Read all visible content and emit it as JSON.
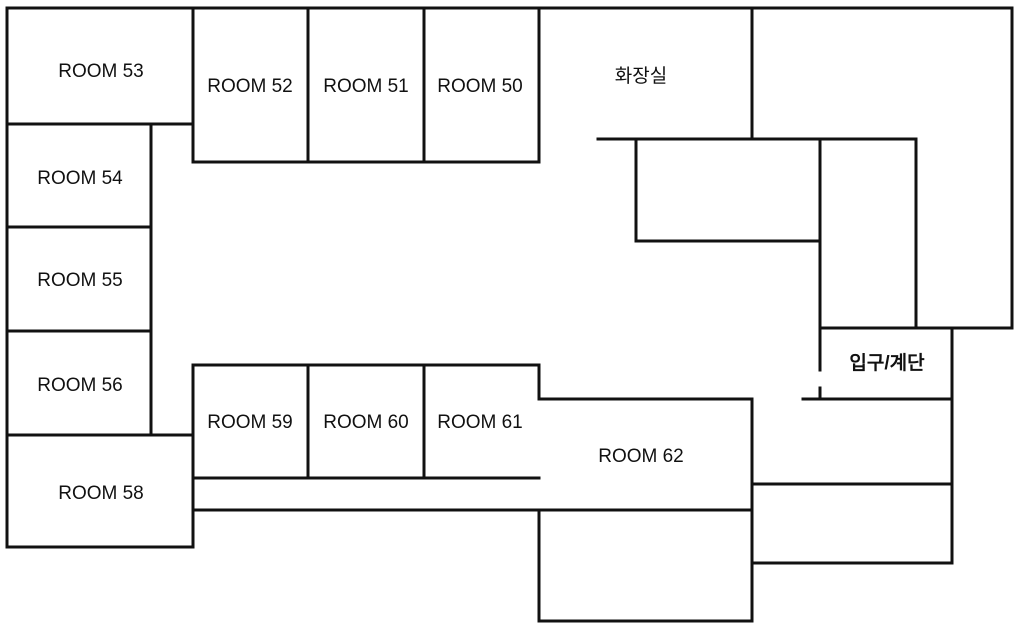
{
  "floor_plan": {
    "rooms": {
      "room_50": "ROOM 50",
      "room_51": "ROOM 51",
      "room_52": "ROOM 52",
      "room_53": "ROOM 53",
      "room_54": "ROOM 54",
      "room_55": "ROOM 55",
      "room_56": "ROOM 56",
      "room_58": "ROOM 58",
      "room_59": "ROOM 59",
      "room_60": "ROOM 60",
      "room_61": "ROOM 61",
      "room_62": "ROOM 62"
    },
    "restroom": "화장실",
    "entrance_stairs": "입구/계단"
  }
}
